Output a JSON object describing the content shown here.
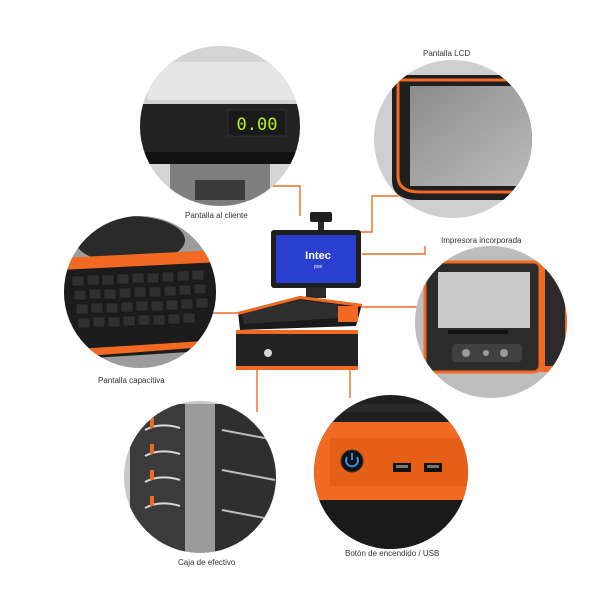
{
  "customer_display": {
    "reading": "0.00"
  },
  "monitor": {
    "brand_name": "Intec",
    "brand_sub": "pos"
  },
  "labels": {
    "lcd_screen": "Pantalla LCD",
    "customer_display": "Pantalla al cliente",
    "built_in_printer": "Impresora incorporada",
    "touch_screen": "Pantalla capacitiva",
    "power_usb": "Botón de encendido / USB",
    "cash_drawer": "Caja de efectivo"
  },
  "colors": {
    "accent": "#f26a21",
    "body_dark": "#1e1e1e",
    "screen_blue": "#2a3fd0",
    "led_green": "#b8f22a",
    "power_blue": "#2a9bf0",
    "connector": "#f26a21"
  },
  "icons": {
    "power": "power-icon",
    "usb": "usb-port-icon"
  }
}
